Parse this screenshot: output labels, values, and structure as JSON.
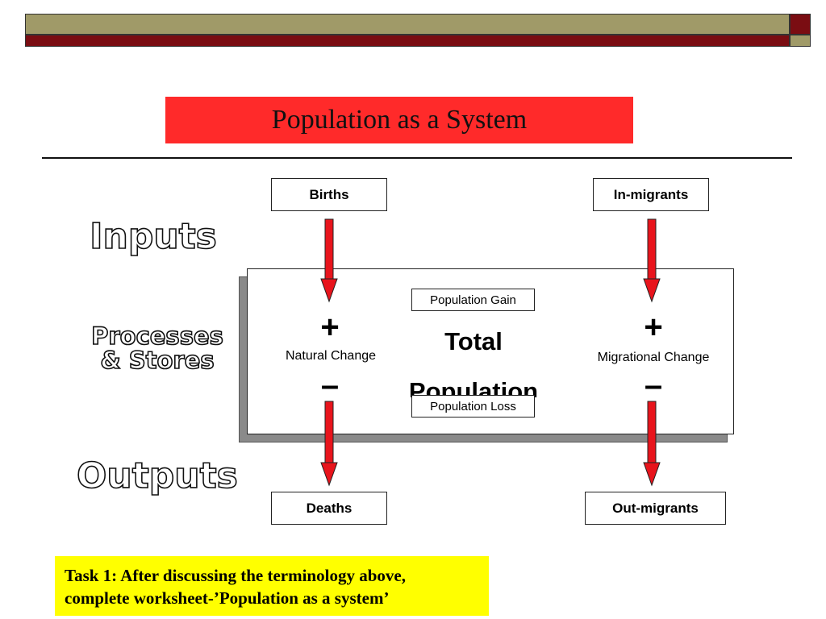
{
  "title": "Population as a System",
  "stages": {
    "inputs": "Inputs",
    "processes_line1": "Processes",
    "processes_line2": "& Stores",
    "outputs": "Outputs"
  },
  "boxes": {
    "births": "Births",
    "in_migrants": "In-migrants",
    "deaths": "Deaths",
    "out_migrants": "Out-migrants"
  },
  "system": {
    "gain_label": "Population Gain",
    "loss_label": "Population Loss",
    "total_line1": "Total",
    "total_line2": "Population",
    "natural_change": "Natural Change",
    "migrational_change": "Migrational Change",
    "plus": "+",
    "minus": "–"
  },
  "task": {
    "line1": "Task 1: After discussing the terminology above,",
    "line2": "complete worksheet-’Population as a system’"
  },
  "colors": {
    "title_bg": "#ff2a2a",
    "arrow": "#e8141c",
    "task_bg": "#ffff00",
    "header_olive": "#a09a68",
    "header_maroon": "#7a0d12"
  }
}
